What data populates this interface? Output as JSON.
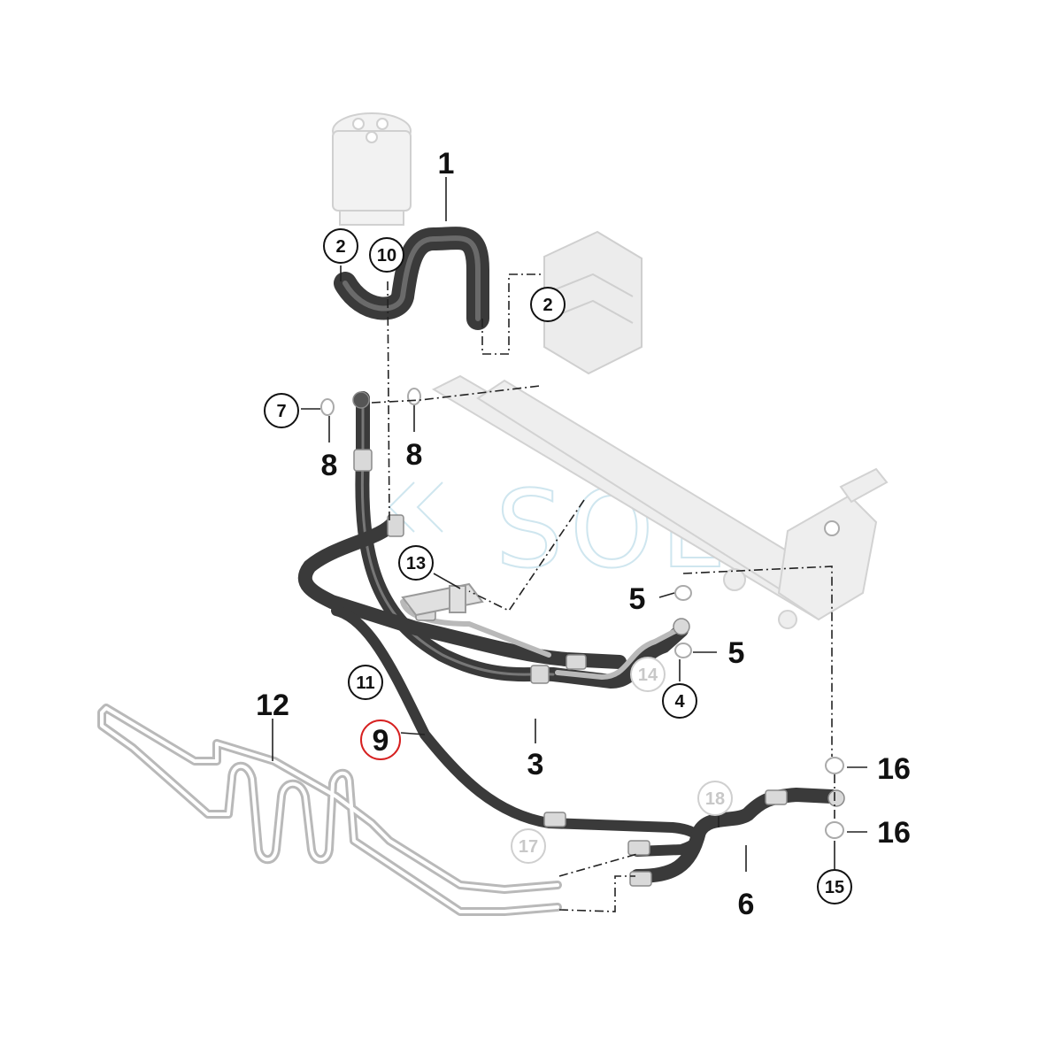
{
  "watermark": "SOL",
  "colors": {
    "hose": "#3a3a3a",
    "hose_highlight": "#6a6a6a",
    "metal_line": "#b9b9b9",
    "ghost_part": "#d9d9d9",
    "highlight_circle": "#d62020"
  },
  "callouts": {
    "c1": "1",
    "c2a": "2",
    "c10": "10",
    "c2b": "2",
    "c7": "7",
    "c8a": "8",
    "c8b": "8",
    "c13": "13",
    "c5a": "5",
    "c5b": "5",
    "c14": "14",
    "c4": "4",
    "c11": "11",
    "c12": "12",
    "c9": "9",
    "c3": "3",
    "c16a": "16",
    "c18": "18",
    "c16b": "16",
    "c17": "17",
    "c6": "6",
    "c15": "15"
  }
}
